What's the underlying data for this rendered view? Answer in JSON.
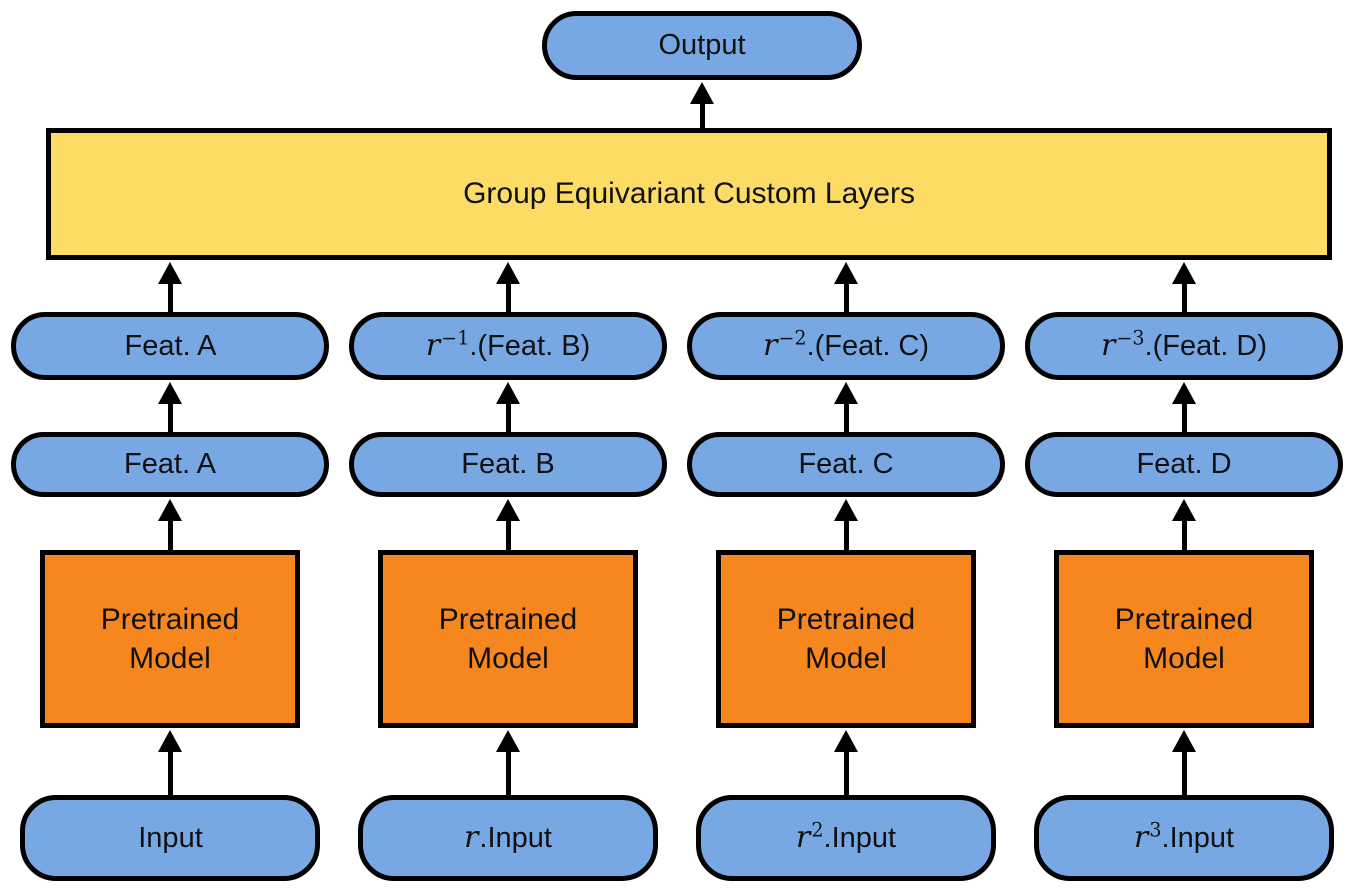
{
  "diagram": {
    "output": {
      "label": "Output"
    },
    "custom_layers": {
      "label": "Group Equivariant Custom Layers"
    },
    "colors": {
      "node_blue": "#77A8E4",
      "model_orange": "#F6871E",
      "layers_yellow": "#FCDC64",
      "border_black": "#000000"
    },
    "columns": [
      {
        "transformed": {
          "prefix": "",
          "sup": "",
          "suffix": "Feat. A"
        },
        "feature": {
          "label": "Feat. A"
        },
        "model": {
          "line1": "Pretrained",
          "line2": "Model"
        },
        "input": {
          "prefix": "",
          "sup": "",
          "suffix": "Input"
        }
      },
      {
        "transformed": {
          "prefix": "r",
          "sup": "−1",
          "suffix": ".(Feat. B)"
        },
        "feature": {
          "label": "Feat. B"
        },
        "model": {
          "line1": "Pretrained",
          "line2": "Model"
        },
        "input": {
          "prefix": "r",
          "sup": "",
          "suffix": ".Input"
        }
      },
      {
        "transformed": {
          "prefix": "r",
          "sup": "−2",
          "suffix": ".(Feat. C)"
        },
        "feature": {
          "label": "Feat. C"
        },
        "model": {
          "line1": "Pretrained",
          "line2": "Model"
        },
        "input": {
          "prefix": "r",
          "sup": "2",
          "suffix": ".Input"
        }
      },
      {
        "transformed": {
          "prefix": "r",
          "sup": "−3",
          "suffix": ".(Feat. D)"
        },
        "feature": {
          "label": "Feat. D"
        },
        "model": {
          "line1": "Pretrained",
          "line2": "Model"
        },
        "input": {
          "prefix": "r",
          "sup": "3",
          "suffix": ".Input"
        }
      }
    ]
  }
}
